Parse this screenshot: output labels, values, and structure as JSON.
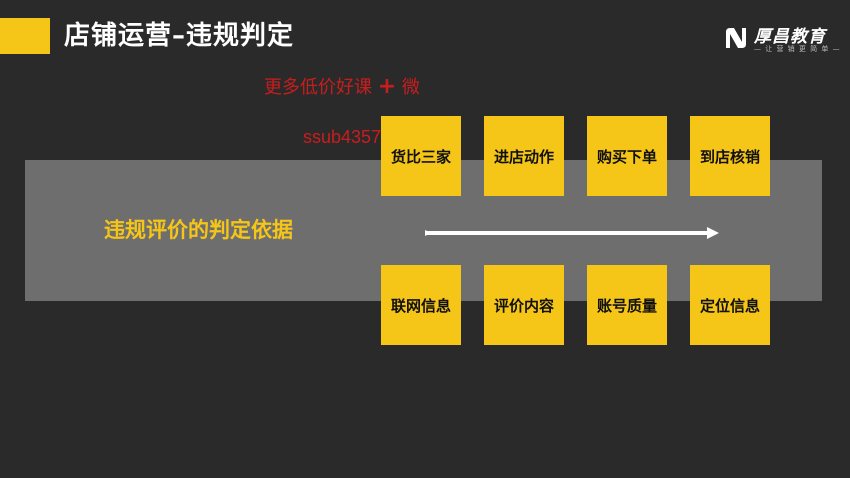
{
  "slide": {
    "title": "店铺运营–违规判定",
    "logo_text": "厚昌教育",
    "logo_slogan": "— 让 营 销 更 简 单 —",
    "promo_text": "更多低价好课",
    "promo_plus": "+",
    "promo_suffix": "微",
    "watermark": "ssub4357",
    "band_label": "违规评价的判定依据",
    "top_boxes": [
      "货比三家",
      "进店动作",
      "购买下单",
      "到店核销"
    ],
    "bottom_boxes": [
      "联网信息",
      "评价内容",
      "账号质量",
      "定位信息"
    ]
  },
  "colors": {
    "background": "#2b2a2a",
    "accent": "#f5c518",
    "band": "#6e6e6e",
    "promo_red": "#c81d1d"
  }
}
